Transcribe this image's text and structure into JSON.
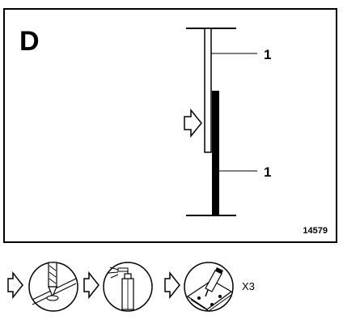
{
  "panel": {
    "letter": "D",
    "figure_number": "14579",
    "callouts": [
      {
        "label": "1"
      },
      {
        "label": "1"
      }
    ]
  },
  "steps": {
    "repeat_label": "X3",
    "icons": [
      "drill-icon",
      "spray-can-icon",
      "riveting-tool-icon"
    ]
  },
  "colors": {
    "ink": "#000000",
    "paper": "#ffffff"
  }
}
